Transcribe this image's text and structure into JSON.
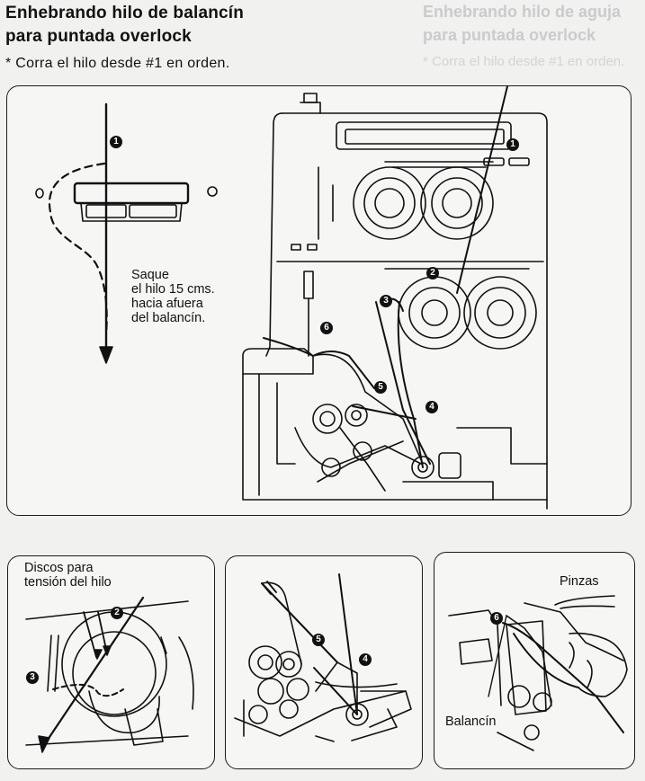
{
  "header": {
    "title_line1": "Enhebrando hilo de balancín",
    "title_line2": "para puntada overlock",
    "instruction": "* Corra el hilo desde #1 en orden.",
    "bleed_title_line1": "Enhebrando hilo de aguja",
    "bleed_title_line2": "para puntada overlock",
    "bleed_instruction": "* Corra el hilo desde #1 en orden."
  },
  "main_diagram": {
    "note_lines": [
      "Saque",
      "el hilo 15 cms.",
      "hacia afuera",
      "del balancín."
    ],
    "steps": [
      "1",
      "1",
      "2",
      "3",
      "4",
      "5",
      "6"
    ]
  },
  "detail_tension": {
    "label_lines": [
      "Discos para",
      "tensión del hilo"
    ],
    "steps": [
      "2",
      "3"
    ]
  },
  "detail_guides": {
    "steps": [
      "5",
      "4"
    ]
  },
  "detail_looper": {
    "label_pinzas": "Pinzas",
    "label_balancin": "Balancín",
    "steps": [
      "6"
    ]
  },
  "colors": {
    "ink": "#111111",
    "paper": "#f1f1ef",
    "bleed": "#c9cccd"
  }
}
